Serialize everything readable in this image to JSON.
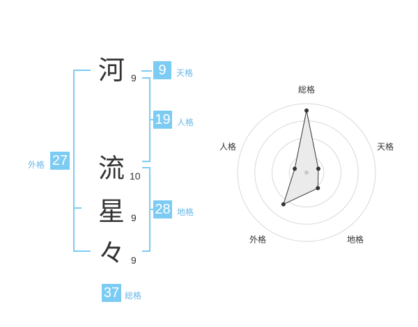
{
  "name": [
    {
      "char": "河",
      "strokes": "9"
    },
    {
      "char": "流",
      "strokes": "10"
    },
    {
      "char": "星",
      "strokes": "9"
    },
    {
      "char": "々",
      "strokes": "9"
    }
  ],
  "fortunes": {
    "tenkaku": {
      "value": "9",
      "label": "天格"
    },
    "jinkaku": {
      "value": "19",
      "label": "人格"
    },
    "chikaku": {
      "value": "28",
      "label": "地格"
    },
    "gaikaku": {
      "value": "27",
      "label": "外格"
    },
    "soukaku": {
      "value": "37",
      "label": "総格"
    }
  },
  "radar": {
    "labels": [
      "総格",
      "天格",
      "地格",
      "外格",
      "人格"
    ],
    "values": [
      0.9,
      0.18,
      0.28,
      0.57,
      0.18
    ],
    "colors": {
      "ring": "#d8d8d8",
      "fill": "#ebebeb",
      "stroke": "#333333",
      "center": "#c9c9c9"
    }
  }
}
